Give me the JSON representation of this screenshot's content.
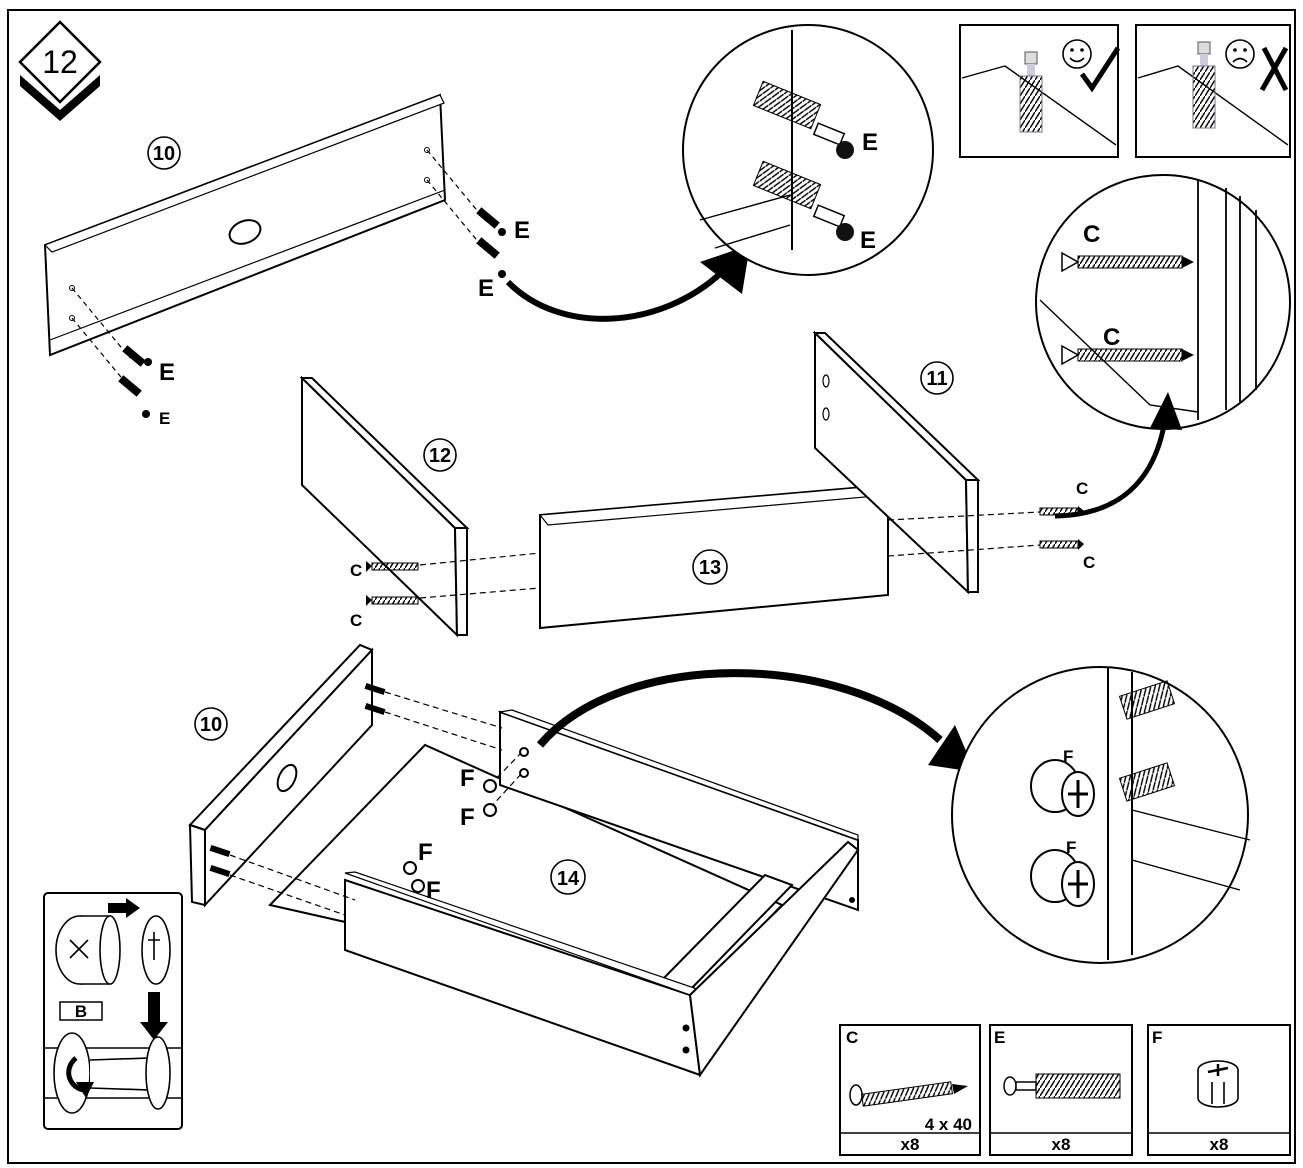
{
  "step": {
    "number": "12"
  },
  "parts": {
    "p10_top": "10",
    "p10_bottom": "10",
    "p11": "11",
    "p12": "12",
    "p13": "13",
    "p14": "14"
  },
  "hardware_callouts": {
    "e_a": "E",
    "e_b": "E",
    "e_c": "E",
    "e_d": "E",
    "e_zoom_1": "E",
    "e_zoom_2": "E",
    "c_zoom_1": "C",
    "c_zoom_2": "C",
    "c_a": "C",
    "c_b": "C",
    "c_c": "C",
    "c_d": "C",
    "f_a": "F",
    "f_b": "F",
    "f_c": "F",
    "f_d": "F",
    "f_zoom_1": "F",
    "f_zoom_2": "F",
    "cam_b": "B"
  },
  "hardware_table": [
    {
      "letter": "C",
      "size": "4 x 40",
      "qty": "x8"
    },
    {
      "letter": "E",
      "size": "",
      "qty": "x8"
    },
    {
      "letter": "F",
      "size": "",
      "qty": "x8"
    }
  ],
  "icons": {
    "correct": "smile-check-icon",
    "incorrect": "frown-cross-icon"
  }
}
